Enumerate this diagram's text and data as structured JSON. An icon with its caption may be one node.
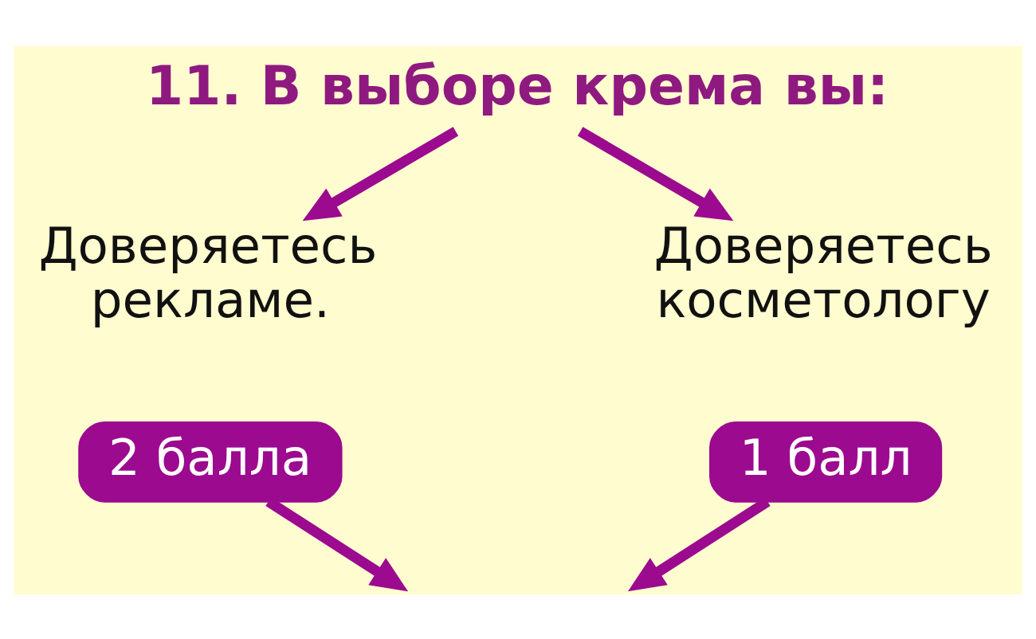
{
  "diagram": {
    "nodes": [
      {
        "text": [
          "11. В выборе крема вы:"
        ]
      },
      {
        "text": [
          "Доверяетесь рекламе."
        ]
      },
      {
        "text": [
          "2 балла"
        ]
      },
      {
        "text": [
          "Доверяетесь косметологу"
        ]
      },
      {
        "text": [
          "1 балл"
        ]
      }
    ],
    "edges": [
      {
        "from": 0,
        "to": 1,
        "arrow": "to"
      },
      {
        "from": 0,
        "to": 3,
        "arrow": "to"
      },
      {
        "from": 2,
        "to": null,
        "arrow": "to"
      },
      {
        "from": 4,
        "to": null,
        "arrow": "to"
      }
    ]
  }
}
